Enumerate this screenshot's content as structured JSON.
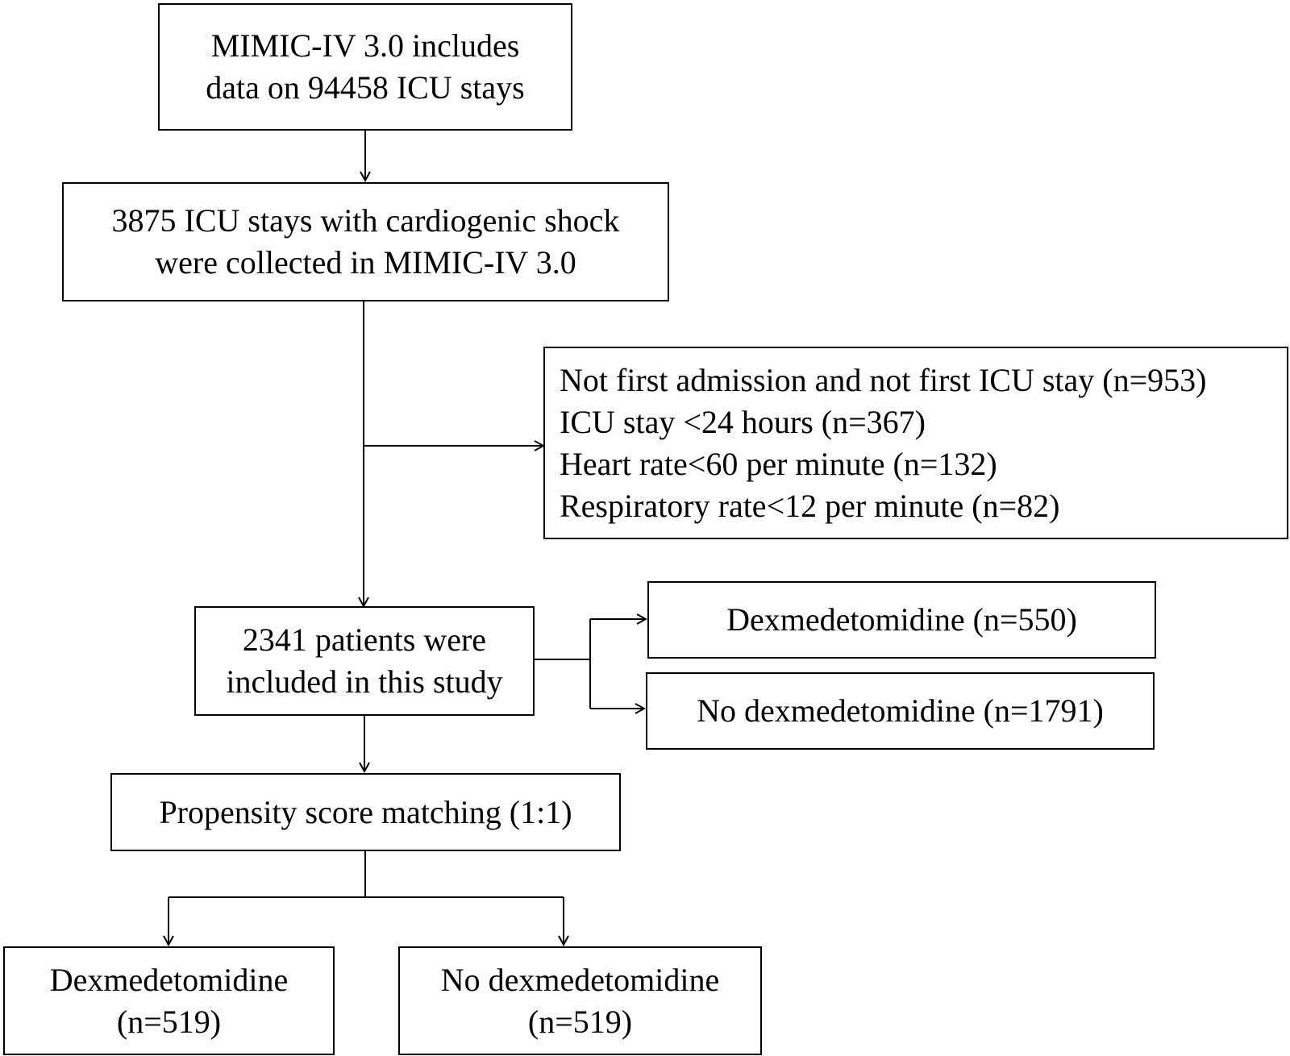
{
  "flowchart": {
    "source": {
      "line1": "MIMIC-IV 3.0 includes",
      "line2": "data on 94458 ICU stays"
    },
    "collected": {
      "line1": "3875 ICU stays with cardiogenic shock",
      "line2": "were collected in MIMIC-IV 3.0"
    },
    "exclusion": {
      "items": [
        "Not first admission and not first ICU stay (n=953)",
        "ICU stay <24 hours (n=367)",
        "Heart rate<60 per minute (n=132)",
        "Respiratory rate<12 per minute (n=82)"
      ]
    },
    "included": {
      "line1": "2341 patients were",
      "line2": "included in this study"
    },
    "group_dex": {
      "text": "Dexmedetomidine (n=550)"
    },
    "group_nodex": {
      "text": "No dexmedetomidine (n=1791)"
    },
    "psm": {
      "text": "Propensity score matching (1:1)"
    },
    "matched_dex": {
      "line1": "Dexmedetomidine",
      "line2": "(n=519)"
    },
    "matched_nodex": {
      "line1": "No dexmedetomidine",
      "line2": "(n=519)"
    }
  },
  "colors": {
    "line": "#000000",
    "background": "#ffffff"
  }
}
